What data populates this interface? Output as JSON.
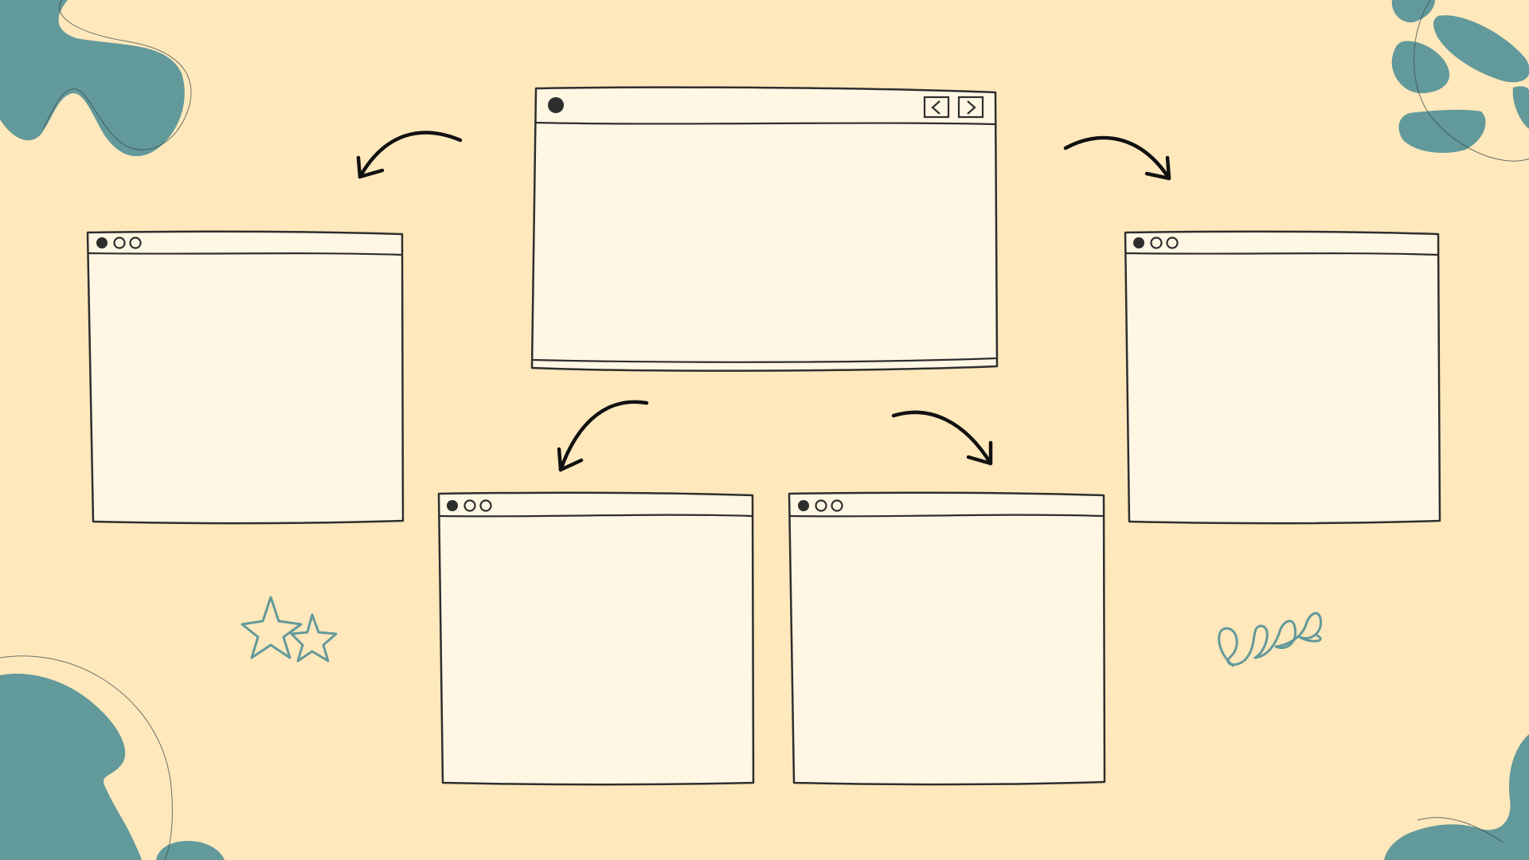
{
  "colors": {
    "background": "#ffe8bc",
    "window_fill": "#fff6e4",
    "outline": "#2e2e2e",
    "arrow": "#111111",
    "accent_teal": "#62999a"
  },
  "diagram": {
    "type": "tree",
    "root": {
      "id": "main-window",
      "titlebar_controls": [
        "record-dot-icon",
        "back-arrow-icon",
        "forward-arrow-icon"
      ],
      "content_text": ""
    },
    "children": [
      {
        "id": "left-window",
        "titlebar_controls": [
          "filled-dot-icon",
          "ring-dot-icon",
          "ring-dot-icon"
        ],
        "content_text": ""
      },
      {
        "id": "bottom-left-window",
        "titlebar_controls": [
          "filled-dot-icon",
          "ring-dot-icon",
          "ring-dot-icon"
        ],
        "content_text": ""
      },
      {
        "id": "bottom-right-window",
        "titlebar_controls": [
          "filled-dot-icon",
          "ring-dot-icon",
          "ring-dot-icon"
        ],
        "content_text": ""
      },
      {
        "id": "right-window",
        "titlebar_controls": [
          "filled-dot-icon",
          "ring-dot-icon",
          "ring-dot-icon"
        ],
        "content_text": ""
      }
    ],
    "edges": [
      {
        "from": "main-window",
        "to": "left-window"
      },
      {
        "from": "main-window",
        "to": "bottom-left-window"
      },
      {
        "from": "main-window",
        "to": "bottom-right-window"
      },
      {
        "from": "main-window",
        "to": "right-window"
      }
    ]
  },
  "decorations": [
    "teal-blob-icon",
    "star-icon",
    "squiggle-icon"
  ]
}
